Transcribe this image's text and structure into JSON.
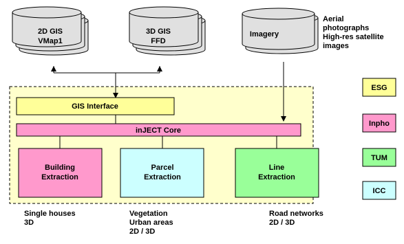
{
  "databases": [
    {
      "line1": "2D GIS",
      "line2": "VMap1"
    },
    {
      "line1": "3D GIS",
      "line2": "FFD"
    },
    {
      "line1": "Imagery",
      "line2": ""
    }
  ],
  "imagery_note": [
    "Aerial",
    "photographs",
    "High-res satellite",
    "images"
  ],
  "gis_interface": "GIS Interface",
  "core": "inJECT Core",
  "modules": [
    {
      "line1": "Building",
      "line2": "Extraction"
    },
    {
      "line1": "Parcel",
      "line2": "Extraction"
    },
    {
      "line1": "Line",
      "line2": "Extraction"
    }
  ],
  "outputs": [
    [
      "Single houses",
      "3D"
    ],
    [
      "Vegetation",
      "Urban areas",
      "2D / 3D"
    ],
    [
      "Road networks",
      "2D / 3D"
    ]
  ],
  "legend": [
    {
      "label": "ESG",
      "color": "#ffff99"
    },
    {
      "label": "Inpho",
      "color": "#ff99cc"
    },
    {
      "label": "TUM",
      "color": "#99ff99"
    },
    {
      "label": "ICC",
      "color": "#ccffff"
    }
  ],
  "colors": {
    "region_fill": "#ffffcc",
    "gis_interface": "#ffff99",
    "core": "#ff99cc",
    "building": "#ff99cc",
    "parcel": "#ccffff",
    "line": "#99ff99",
    "database": "#e0e0e0"
  }
}
